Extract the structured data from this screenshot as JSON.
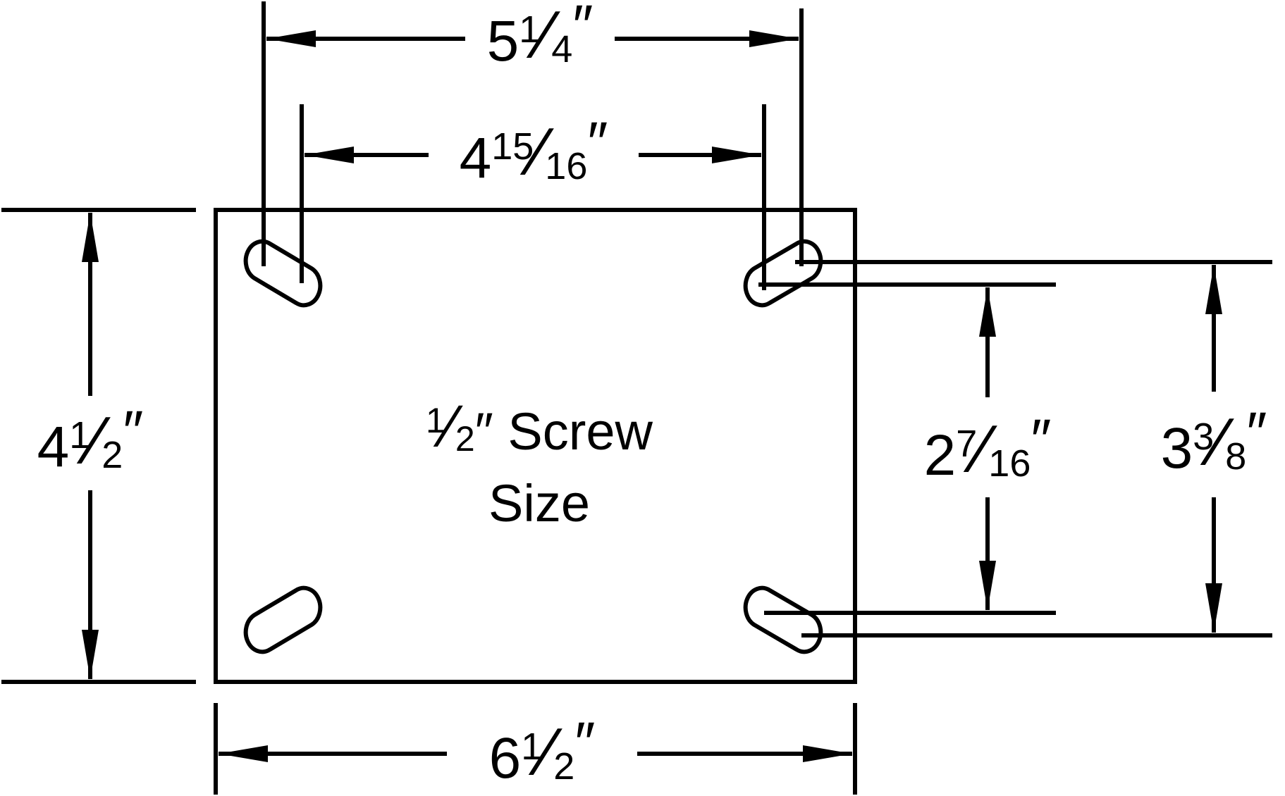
{
  "colors": {
    "stroke": "#000000",
    "background": "#ffffff"
  },
  "dimensions": {
    "top_outer": {
      "whole": "5",
      "num": "1",
      "den": "4",
      "unit": "″"
    },
    "top_inner": {
      "whole": "4",
      "num": "15",
      "den": "16",
      "unit": "″"
    },
    "left_height": {
      "whole": "4",
      "num": "1",
      "den": "2",
      "unit": "″"
    },
    "bottom_width": {
      "whole": "6",
      "num": "1",
      "den": "2",
      "unit": "″"
    },
    "right_inner": {
      "whole": "2",
      "num": "7",
      "den": "16",
      "unit": "″"
    },
    "right_outer": {
      "whole": "3",
      "num": "3",
      "den": "8",
      "unit": "″"
    }
  },
  "center_label": {
    "num": "1",
    "den": "2",
    "line1_rest": "″ Screw",
    "line2": "Size"
  }
}
